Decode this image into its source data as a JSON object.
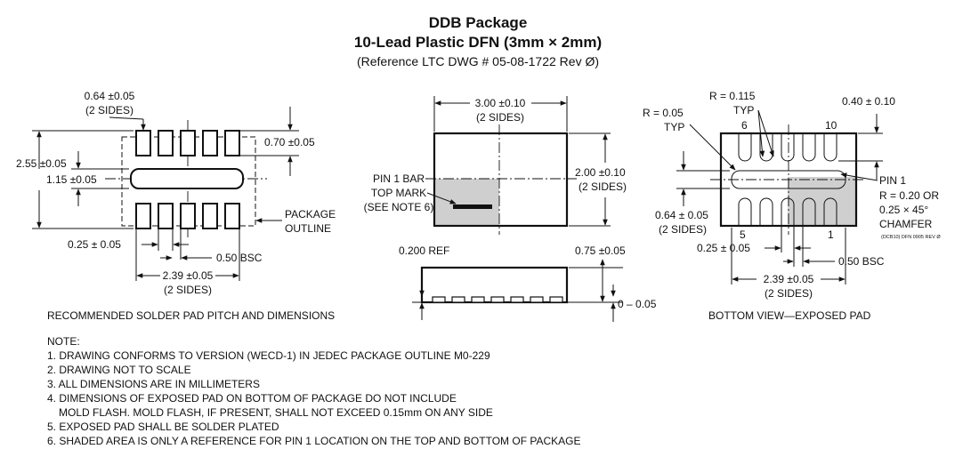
{
  "header": {
    "title": "DDB Package",
    "subtitle": "10-Lead Plastic DFN (3mm × 2mm)",
    "reference": "(Reference LTC DWG # 05-08-1722 Rev Ø)"
  },
  "solder_view": {
    "pad_width": "0.64 ±0.05",
    "pad_width_sides": "(2 SIDES)",
    "pad_length": "0.70 ±0.05",
    "overall": "2.55 ±0.05",
    "center_pad": "1.15 ±0.05",
    "lead_width": "0.25 ± 0.05",
    "pitch": "0.50 BSC",
    "pad_span": "2.39 ±0.05",
    "pad_span_sides": "(2 SIDES)",
    "outline_1": "PACKAGE",
    "outline_2": "OUTLINE",
    "caption": "RECOMMENDED SOLDER PAD PITCH AND DIMENSIONS"
  },
  "top_view": {
    "width": "3.00 ±0.10",
    "width_sides": "(2 SIDES)",
    "height": "2.00 ±0.10",
    "height_sides": "(2 SIDES)",
    "pin1_1": "PIN 1 BAR",
    "pin1_2": "TOP MARK",
    "pin1_3": "(SEE NOTE 6)"
  },
  "side_view": {
    "ref": "0.200 REF",
    "height": "0.75 ±0.05",
    "standoff": "0 – 0.05"
  },
  "bottom_view": {
    "radius": "R = 0.115",
    "radius_typ": "TYP",
    "pin6": "6",
    "pin10": "10",
    "lead_len": "0.40 ± 0.10",
    "corner_r": "R = 0.05",
    "corner_typ": "TYP",
    "pin1": "PIN 1",
    "chamfer_1": "R = 0.20 OR",
    "chamfer_2": "0.25 × 45°",
    "chamfer_3": "CHAMFER",
    "pad_w": "0.64 ± 0.05",
    "pad_w_sides": "(2 SIDES)",
    "pin5": "5",
    "pin1_num": "1",
    "lead_width": "0.25 ± 0.05",
    "pitch": "0.50 BSC",
    "pad_span": "2.39 ±0.05",
    "pad_span_sides": "(2 SIDES)",
    "dwg_id": "(DCB10) DFN 0905 REV Ø",
    "caption": "BOTTOM VIEW—EXPOSED PAD"
  },
  "notes": [
    "NOTE:",
    "1. DRAWING CONFORMS TO VERSION (WECD-1) IN JEDEC PACKAGE OUTLINE M0-229",
    "2. DRAWING NOT TO SCALE",
    "3. ALL DIMENSIONS ARE IN MILLIMETERS",
    "4. DIMENSIONS OF EXPOSED PAD ON BOTTOM OF PACKAGE DO NOT INCLUDE",
    "    MOLD FLASH. MOLD FLASH, IF PRESENT, SHALL NOT EXCEED 0.15mm ON ANY SIDE",
    "5. EXPOSED PAD SHALL BE SOLDER PLATED",
    "6. SHADED AREA IS ONLY A REFERENCE FOR PIN 1 LOCATION ON THE TOP AND BOTTOM OF PACKAGE"
  ]
}
